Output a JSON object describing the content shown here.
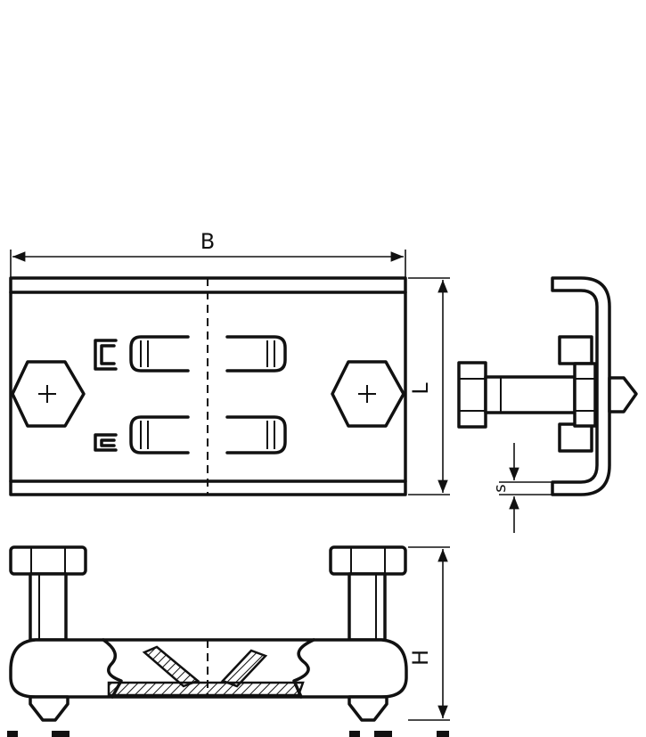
{
  "figure": {
    "type": "technical drawing",
    "views": [
      "top",
      "side",
      "front"
    ]
  },
  "dimensions": {
    "width": "B",
    "length": "L",
    "height": "H",
    "thickness": "s"
  },
  "colors": {
    "line": "#111111",
    "background": "#ffffff"
  },
  "icons": [
    "hex-bolt-head",
    "center-cross",
    "c-clip-symbol"
  ]
}
